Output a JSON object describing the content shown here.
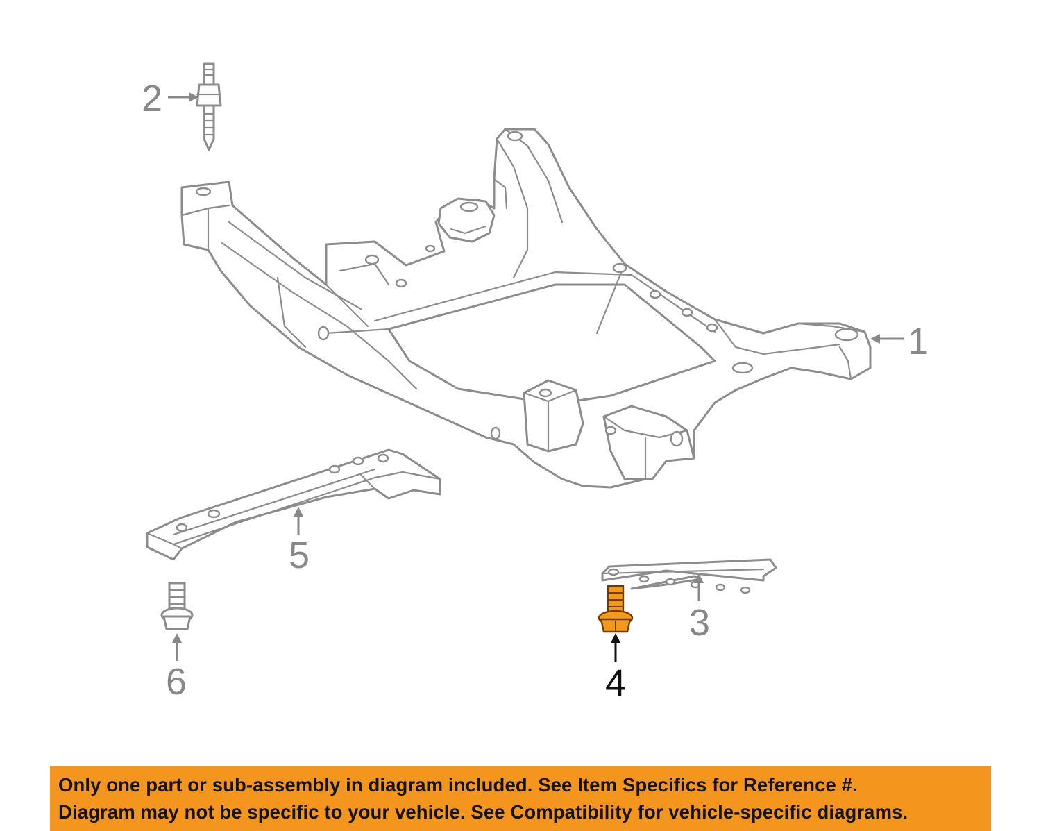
{
  "callouts": [
    {
      "id": "1",
      "label": "1",
      "highlighted": false
    },
    {
      "id": "2",
      "label": "2",
      "highlighted": false
    },
    {
      "id": "3",
      "label": "3",
      "highlighted": false
    },
    {
      "id": "4",
      "label": "4",
      "highlighted": true
    },
    {
      "id": "5",
      "label": "5",
      "highlighted": false
    },
    {
      "id": "6",
      "label": "6",
      "highlighted": false
    }
  ],
  "banner": {
    "line1": "Only one part or sub-assembly in diagram included. See Item Specifics for Reference #.",
    "line2": "Diagram may not be specific to your vehicle. See Compatibility for vehicle-specific diagrams."
  },
  "colors": {
    "banner_bg": "#f4951e",
    "highlight_part": "#f39a1e",
    "line_art": "#8c8c8c",
    "text_dark": "#141414"
  }
}
